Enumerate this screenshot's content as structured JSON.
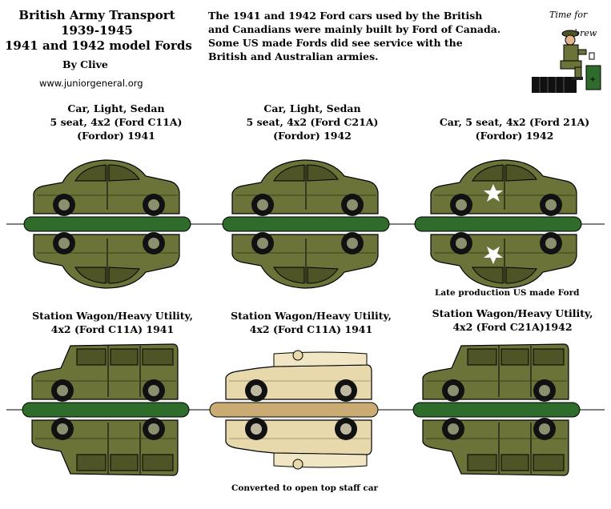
{
  "header": {
    "title_line1": "British Army Transport",
    "title_line2": "1939-1945",
    "title_line3": "1941 and 1942 model Fords",
    "author": "By Clive",
    "website": "www.juniorgeneral.org"
  },
  "intro": "The 1941 and 1942 Ford cars used by the British and Canadians were mainly built by Ford of Canada. Some US made Fords did see service with the British and Australian armies.",
  "decoration": {
    "caption_line1": "Time for",
    "caption_line2": "a brew"
  },
  "vehicles": [
    {
      "line1": "Car, Light, Sedan",
      "line2": "5 seat, 4x2 (Ford C11A)",
      "line3": "(Fordor)  1941"
    },
    {
      "line1": "Car, Light, Sedan",
      "line2": "5 seat, 4x2 (Ford C21A)",
      "line3": "(Fordor) 1942"
    },
    {
      "line1": "Car, 5 seat, 4x2 (Ford 21A)",
      "line2": "(Fordor) 1942",
      "note": "Late production US made Ford"
    },
    {
      "line1": "Station Wagon/Heavy Utility,",
      "line2": "4x2 (Ford C11A) 1941"
    },
    {
      "line1": "Station Wagon/Heavy Utility,",
      "line2": "4x2 (Ford C11A) 1941",
      "note": "Converted to open top staff car"
    },
    {
      "line1": "Station Wagon/Heavy Utility,",
      "line2": "4x2 (Ford C21A)1942"
    }
  ],
  "colors": {
    "olive": "#6b7339",
    "olive_dark": "#4e5426",
    "base_green": "#2f6b2a",
    "khaki": "#e8d9ad",
    "base_tan": "#c9ab73"
  }
}
